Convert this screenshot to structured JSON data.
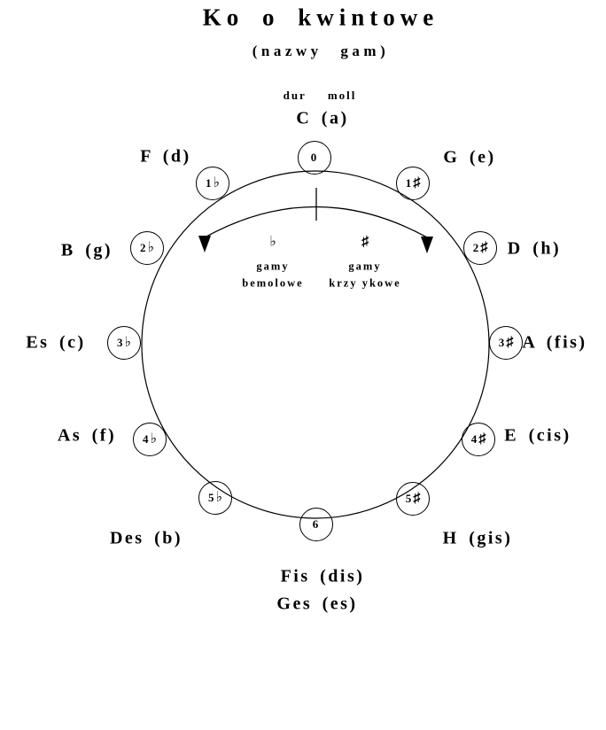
{
  "header": {
    "title": "Ko o kwintowe",
    "subtitle": "(nazwy gam)",
    "column_dur": "dur",
    "column_moll": "moll"
  },
  "legend": {
    "flat": {
      "symbol": "♭",
      "line1": "gamy",
      "line2": "bemolowe"
    },
    "sharp": {
      "symbol": "♯",
      "line1": "gamy",
      "line2": "krzy ykowe"
    }
  },
  "nodes": [
    {
      "label": "C (a)",
      "badge_number": "0",
      "badge_accidental": ""
    },
    {
      "label": "G (e)",
      "badge_number": "1",
      "badge_accidental": "♯"
    },
    {
      "label": "D (h)",
      "badge_number": "2",
      "badge_accidental": "♯"
    },
    {
      "label": "A (fis)",
      "badge_number": "3",
      "badge_accidental": "♯"
    },
    {
      "label": "E (cis)",
      "badge_number": "4",
      "badge_accidental": "♯"
    },
    {
      "label": "H (gis)",
      "badge_number": "5",
      "badge_accidental": "♯"
    },
    {
      "label": "Fis (dis)",
      "label2": "Ges (es)",
      "badge_number": "6",
      "badge_accidental": ""
    },
    {
      "label": "Des (b)",
      "badge_number": "5",
      "badge_accidental": "♭"
    },
    {
      "label": "As (f)",
      "badge_number": "4",
      "badge_accidental": "♭"
    },
    {
      "label": "Es (c)",
      "badge_number": "3",
      "badge_accidental": "♭"
    },
    {
      "label": "B (g)",
      "badge_number": "2",
      "badge_accidental": "♭"
    },
    {
      "label": "F (d)",
      "badge_number": "1",
      "badge_accidental": "♭"
    }
  ],
  "colors": {
    "ink": "#000000",
    "background": "#ffffff"
  }
}
